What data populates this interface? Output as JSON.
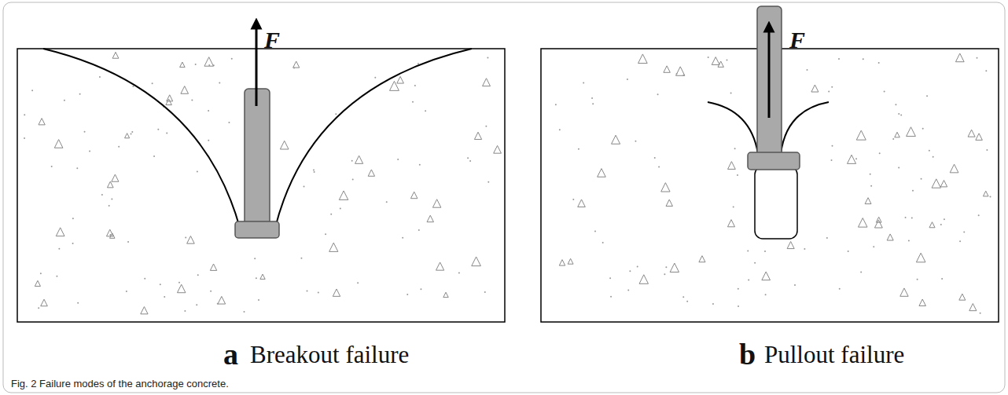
{
  "diagram": {
    "caption": "Fig. 2 Failure modes of the anchorage concrete.",
    "labels": [
      "F",
      "F",
      "a",
      "Breakout failure",
      "b",
      "Pullout failure"
    ]
  }
}
